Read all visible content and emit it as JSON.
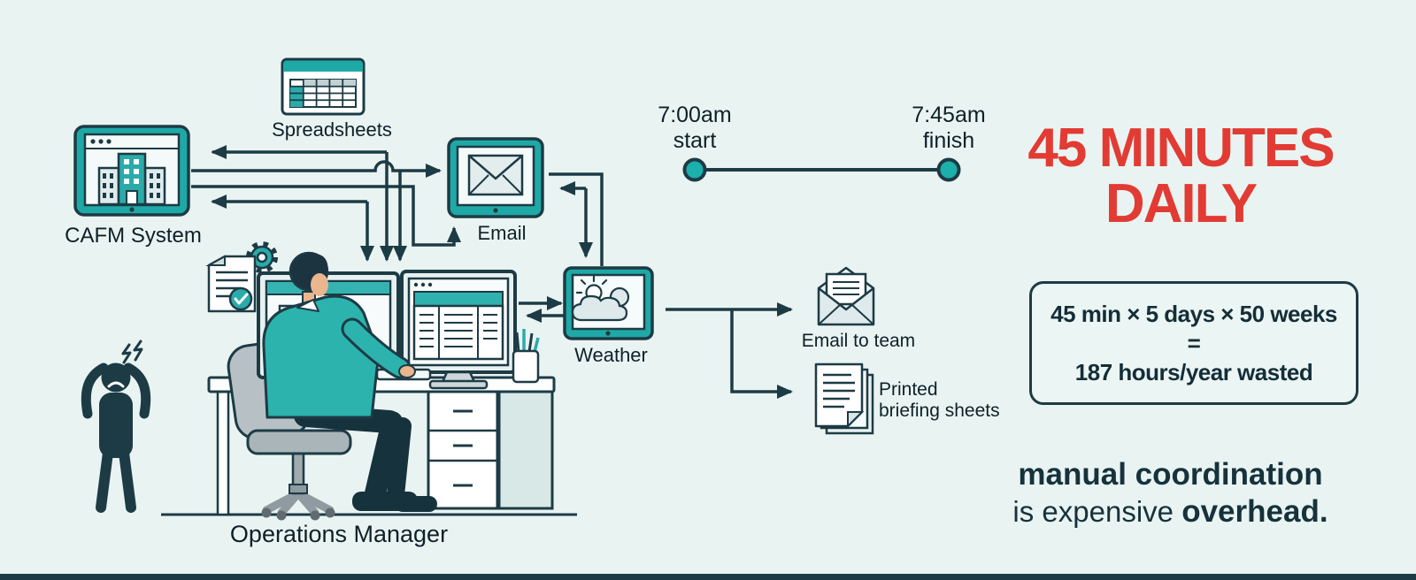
{
  "sources": {
    "spreadsheets": "Spreadsheets",
    "cafm": "CAFM System",
    "email": "Email",
    "weather": "Weather"
  },
  "timeline": {
    "start_time": "7:00am",
    "start_caption": "start",
    "finish_time": "7:45am",
    "finish_caption": "finish"
  },
  "headline": {
    "line1": "45 MINUTES",
    "line2": "DAILY"
  },
  "calculation": {
    "formula": "45 min × 5 days × 50 weeks",
    "equals": "=",
    "result": "187 hours/year wasted"
  },
  "outputs": {
    "email_team": "Email to team",
    "printed_line1": "Printed",
    "printed_line2": "briefing sheets"
  },
  "person_label": "Operations Manager",
  "tagline": {
    "bold_lead": "manual coordination",
    "regular_mid": "is expensive",
    "bold_end": "overhead."
  },
  "colors": {
    "background": "#e9f4f2",
    "teal_accent": "#1ea9a7",
    "dark_outline": "#1d3b45",
    "alert_red": "#e23b33"
  }
}
